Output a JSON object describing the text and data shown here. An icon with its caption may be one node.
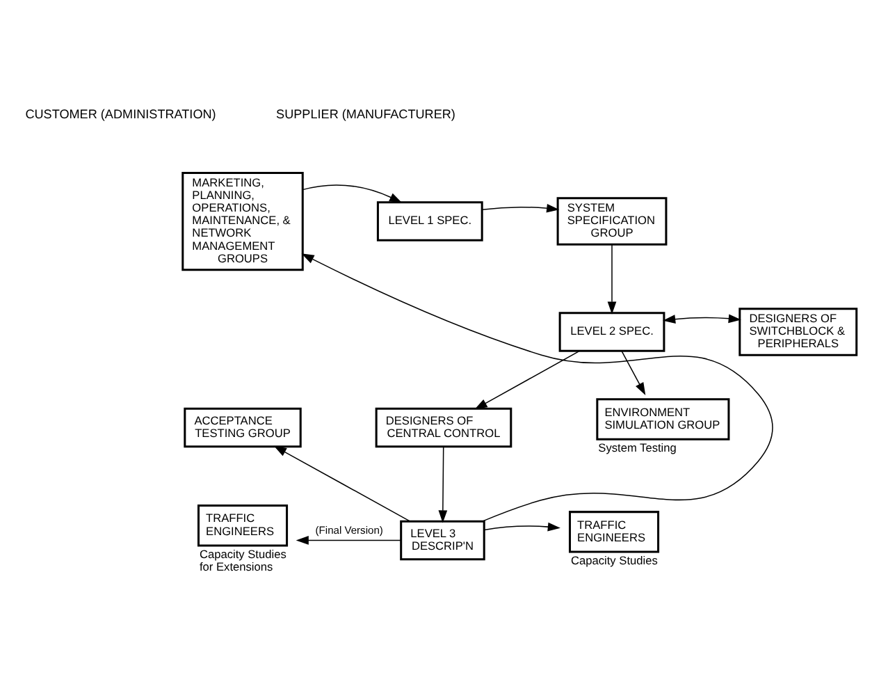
{
  "diagram": {
    "nodes": [
      {
        "text": [
          "MARKETING, PLANNING, OPERATIONS, MAINTENANCE, & NETWORK MANAGEMENT GROUPS"
        ]
      },
      {
        "text": [
          "LEVEL 1 SPEC."
        ]
      },
      {
        "text": [
          "SYSTEM SPECIFICATION GROUP"
        ]
      },
      {
        "text": [
          "DESIGNERS OF SWITCHBLOCK & PERIPHERALS"
        ]
      },
      {
        "text": [
          "LEVEL 2 SPEC."
        ]
      },
      {
        "text": [
          "ENVIRONMENT SIMULATION GROUP"
        ],
        "beside": [
          "System Testing"
        ]
      },
      {
        "text": [
          "DESIGNERS OF CENTRAL CONTROL"
        ]
      },
      {
        "text": [
          "ACCEPTANCE TESTING GROUP"
        ]
      },
      {
        "text": [
          "TRAFFIC ENGINEERS"
        ],
        "beside": [
          "Capacity Studies for Extensions"
        ]
      },
      {
        "text": [
          "LEVEL 3 DESCRIP'N"
        ]
      },
      {
        "text": [
          "TRAFFIC ENGINEERS"
        ],
        "beside": [
          "Capacity Studies"
        ]
      }
    ],
    "edges": [
      {
        "from": 0,
        "to": 1,
        "arrow": "to"
      },
      {
        "from": 1,
        "to": 2,
        "arrow": "to"
      },
      {
        "from": 2,
        "to": 4,
        "arrow": "to"
      },
      {
        "from": 4,
        "to": 3,
        "arrow": "both"
      },
      {
        "from": 4,
        "to": 5,
        "arrow": "to"
      },
      {
        "from": 4,
        "to": 6,
        "arrow": "to"
      },
      {
        "from": 6,
        "to": 9,
        "arrow": "to"
      },
      {
        "from": 9,
        "to": 8,
        "arrow": "to",
        "label": "(Final Version)"
      },
      {
        "from": 9,
        "to": 7,
        "arrow": "to"
      },
      {
        "from": 9,
        "to": 0,
        "arrow": "to"
      },
      {
        "from": 9,
        "to": 10,
        "arrow": "to"
      }
    ],
    "labels": [
      "CUSTOMER (ADMINISTRATION)",
      "SUPPLIER (MANUFACTURER)"
    ]
  }
}
